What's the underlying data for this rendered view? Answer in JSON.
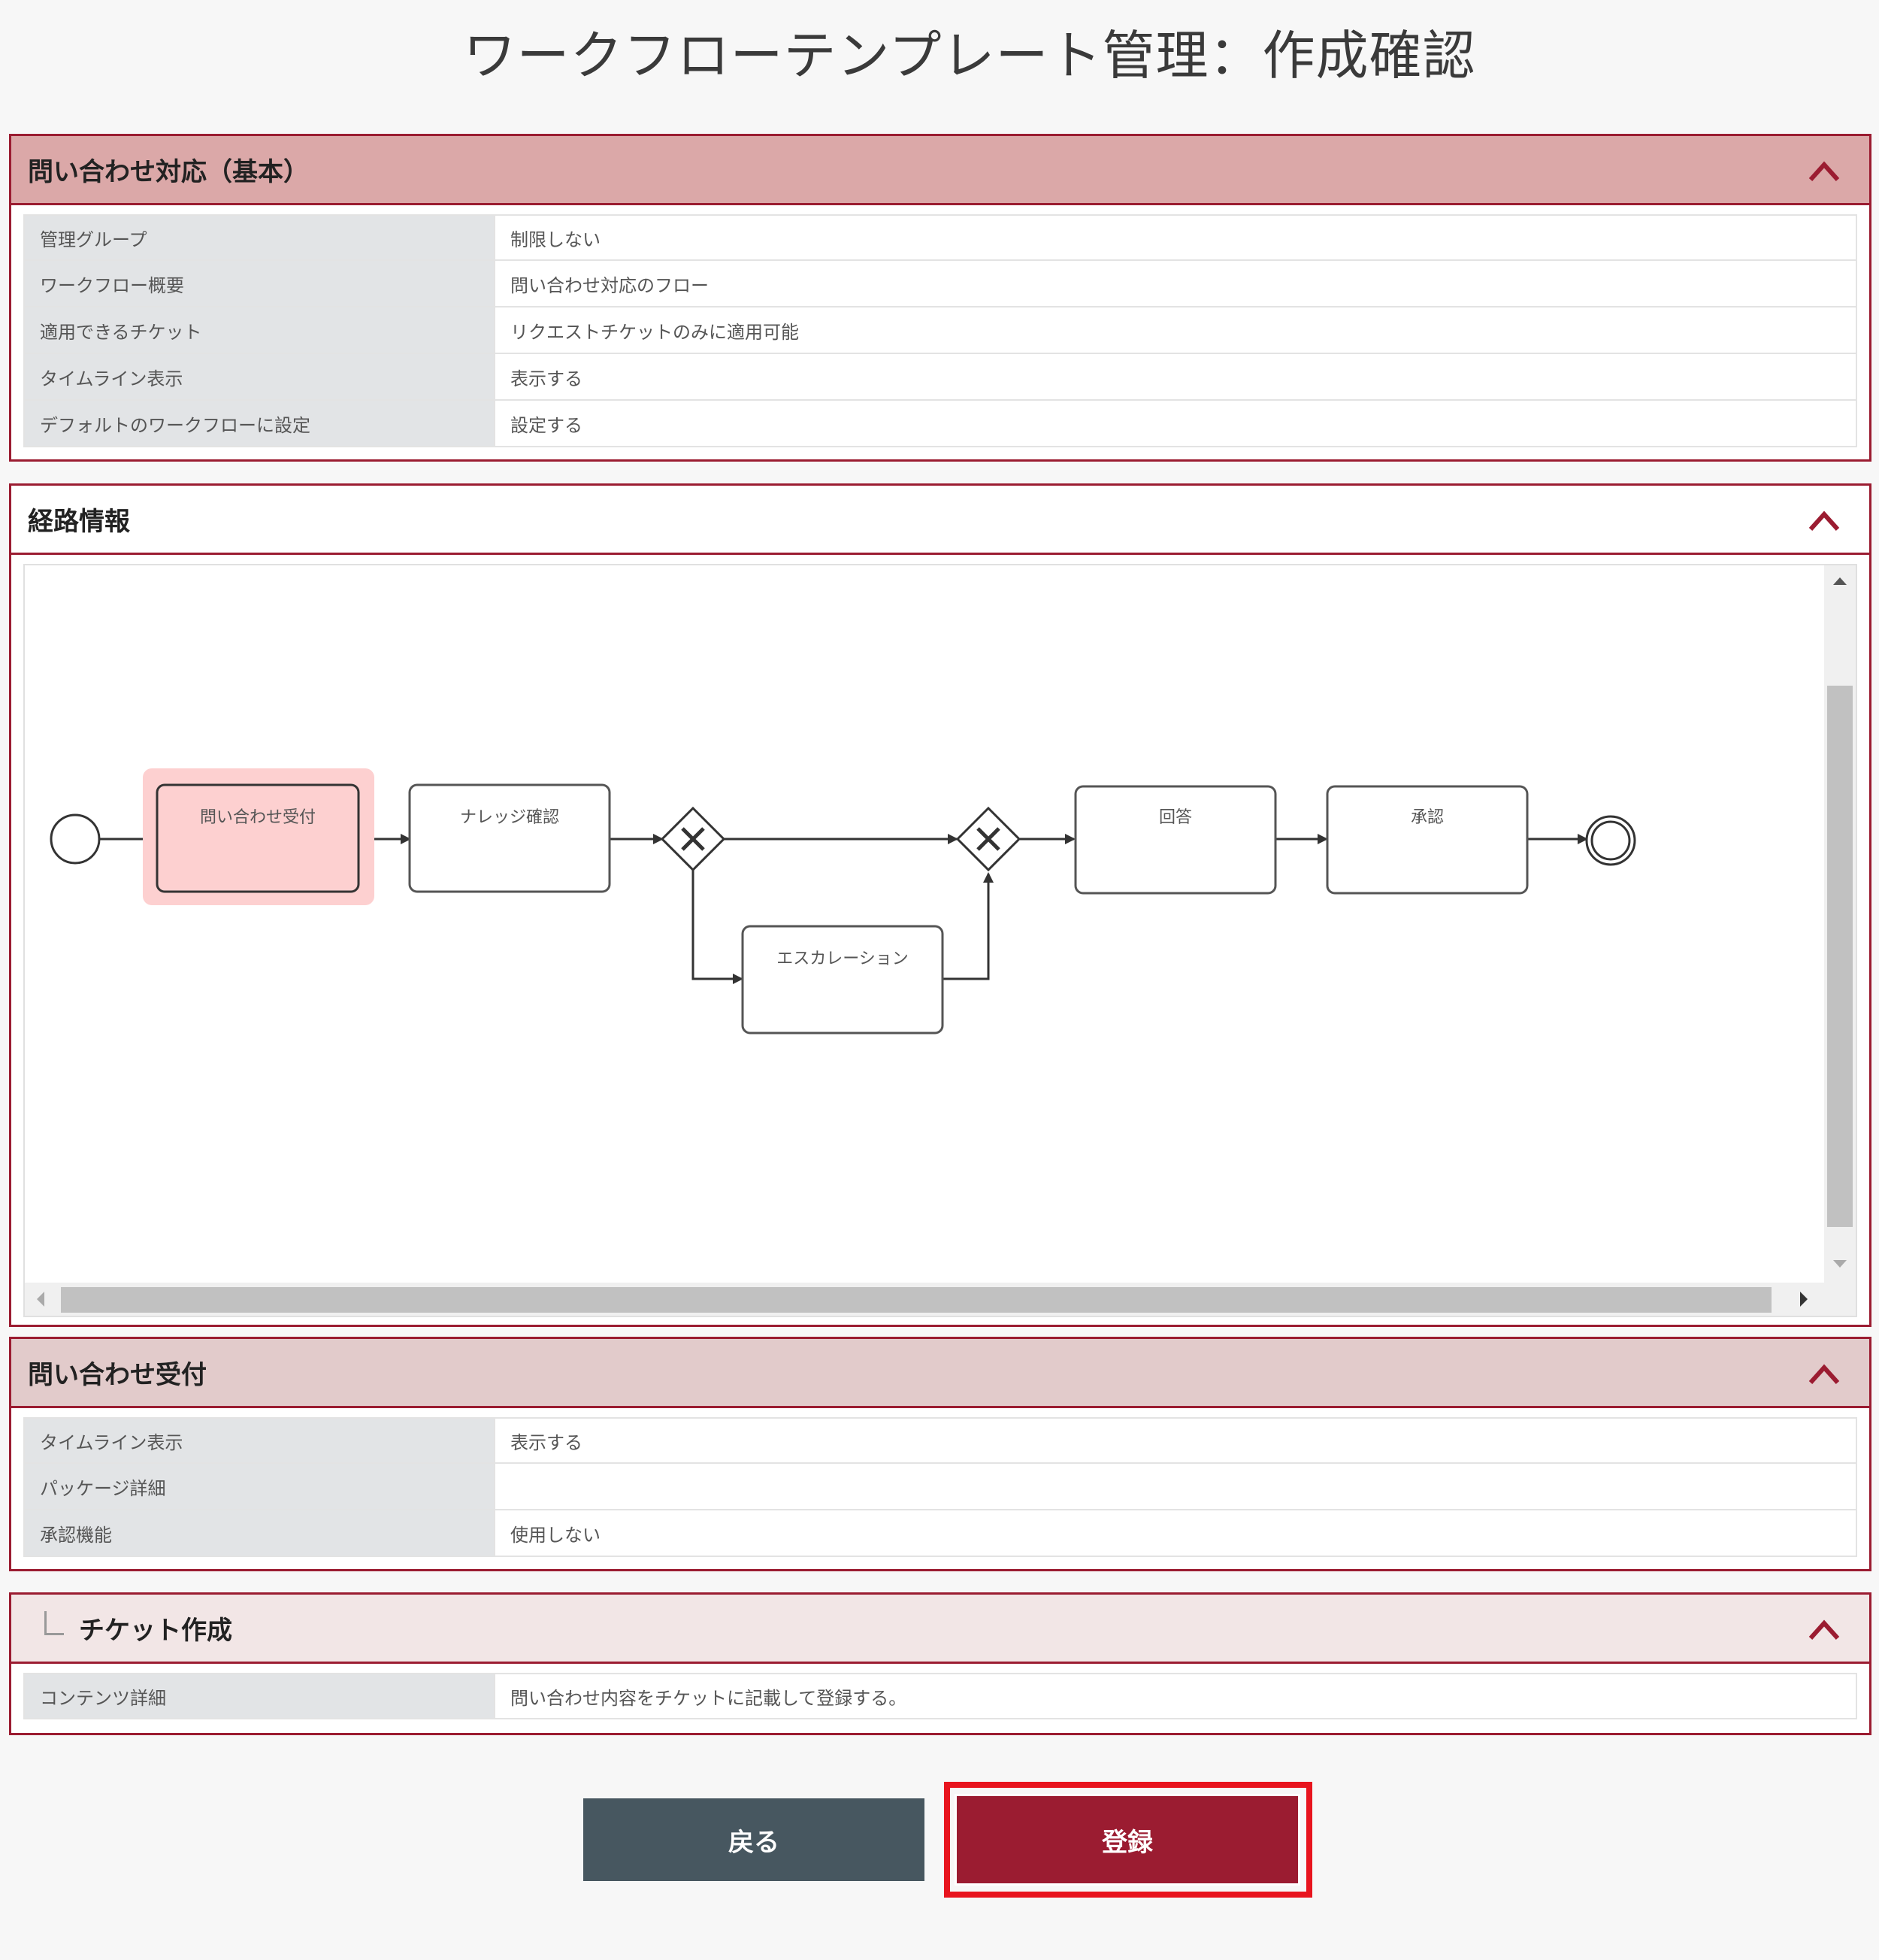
{
  "page_title": "ワークフローテンプレート管理：作成確認",
  "sections": {
    "basic": {
      "title": "問い合わせ対応（基本）",
      "rows": [
        {
          "label": "管理グループ",
          "value": "制限しない"
        },
        {
          "label": "ワークフロー概要",
          "value": "問い合わせ対応のフロー"
        },
        {
          "label": "適用できるチケット",
          "value": "リクエストチケットのみに適用可能"
        },
        {
          "label": "タイムライン表示",
          "value": "表示する"
        },
        {
          "label": "デフォルトのワークフローに設定",
          "value": "設定する"
        }
      ]
    },
    "route": {
      "title": "経路情報",
      "diagram": {
        "tasks": {
          "inquiry": "問い合わせ受付",
          "knowledge": "ナレッジ確認",
          "escalation": "エスカレーション",
          "answer": "回答",
          "approval": "承認"
        }
      }
    },
    "inquiry_receipt": {
      "title": "問い合わせ受付",
      "rows": [
        {
          "label": "タイムライン表示",
          "value": "表示する"
        },
        {
          "label": "パッケージ詳細",
          "value": ""
        },
        {
          "label": "承認機能",
          "value": "使用しない"
        }
      ]
    },
    "ticket_create": {
      "title": "チケット作成",
      "rows": [
        {
          "label": "コンテンツ詳細",
          "value": "問い合わせ内容をチケットに記載して登録する。"
        }
      ]
    }
  },
  "buttons": {
    "back": "戻る",
    "register": "登録"
  },
  "colors": {
    "accent": "#9b1c31",
    "header_basic": "#dba8a8",
    "header_receipt": "#e2cbcb",
    "header_ticket": "#f2e6e6",
    "back_button": "#475760",
    "highlight_outline": "#e8141e",
    "selected_task": "#fdd0d0"
  },
  "icons": {
    "collapse": "chevron-up-icon",
    "tree": "tree-branch-icon"
  }
}
